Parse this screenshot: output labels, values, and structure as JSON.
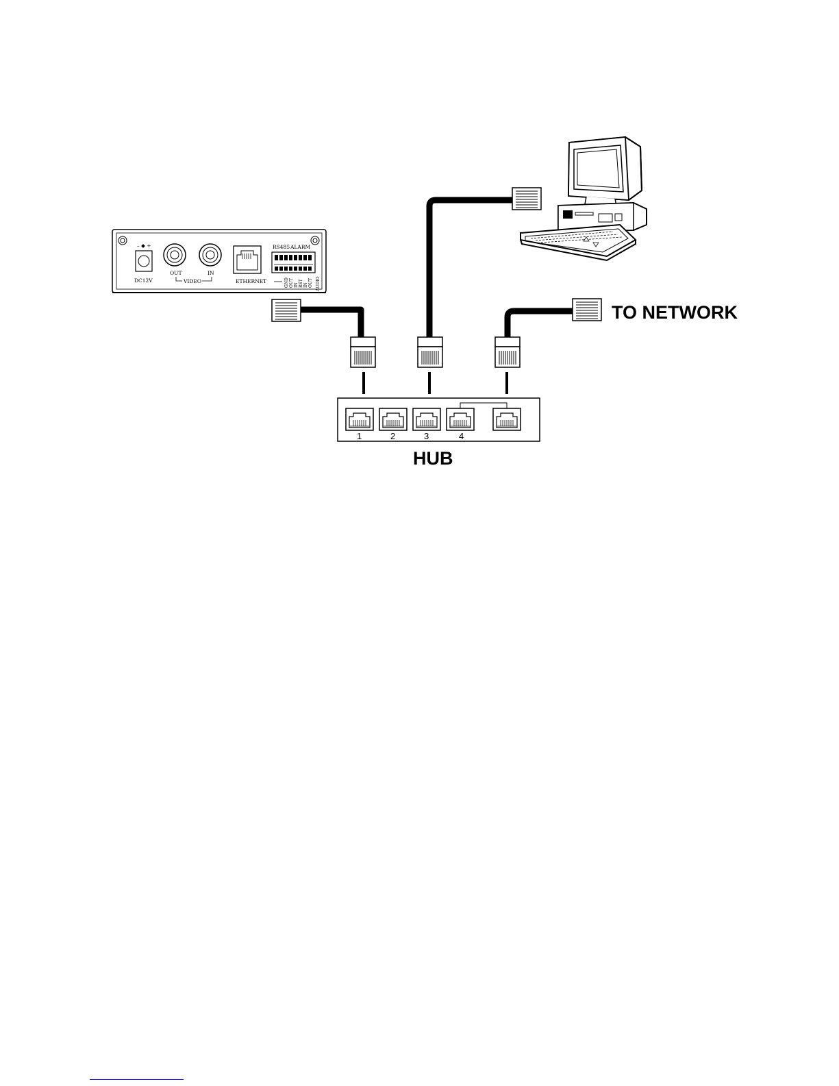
{
  "diagram": {
    "hub": {
      "label": "HUB",
      "ports": [
        "1",
        "2",
        "3",
        "4"
      ]
    },
    "network_label": "TO NETWORK",
    "device": {
      "power_label": "DC12V",
      "power_symbol": "– ◆ +",
      "video_out_label": "OUT",
      "video_in_label": "IN",
      "video_group_label": "VIDEO",
      "ethernet_label": "ETHERNET",
      "rs485_label": "RS485",
      "alarm_label": "ALARM",
      "terminal_labels": [
        "GND",
        "OUT",
        "IN",
        "RST",
        "IN",
        "OUT"
      ],
      "audio_label": "AUDIO"
    }
  }
}
